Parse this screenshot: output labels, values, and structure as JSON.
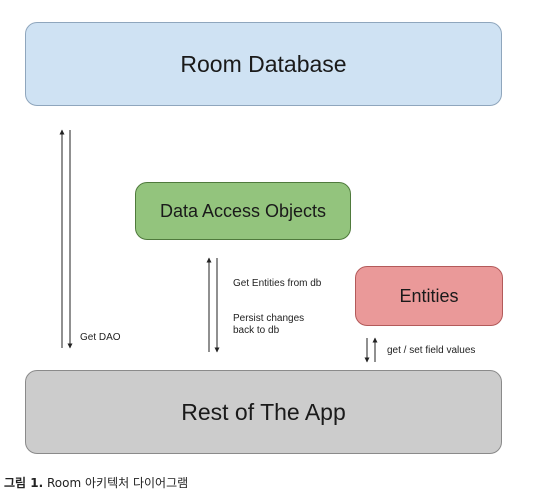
{
  "nodes": {
    "room_database": "Room Database",
    "data_access_objects": "Data Access Objects",
    "entities": "Entities",
    "rest_of_app": "Rest of The App"
  },
  "edges": {
    "get_dao": "Get DAO",
    "get_entities": "Get Entities from db",
    "persist_changes_line1": "Persist changes",
    "persist_changes_line2": "back to db",
    "field_values": "get / set field values"
  },
  "caption": {
    "label": "그림 1.",
    "text": "Room 아키텍처 다이어그램"
  }
}
